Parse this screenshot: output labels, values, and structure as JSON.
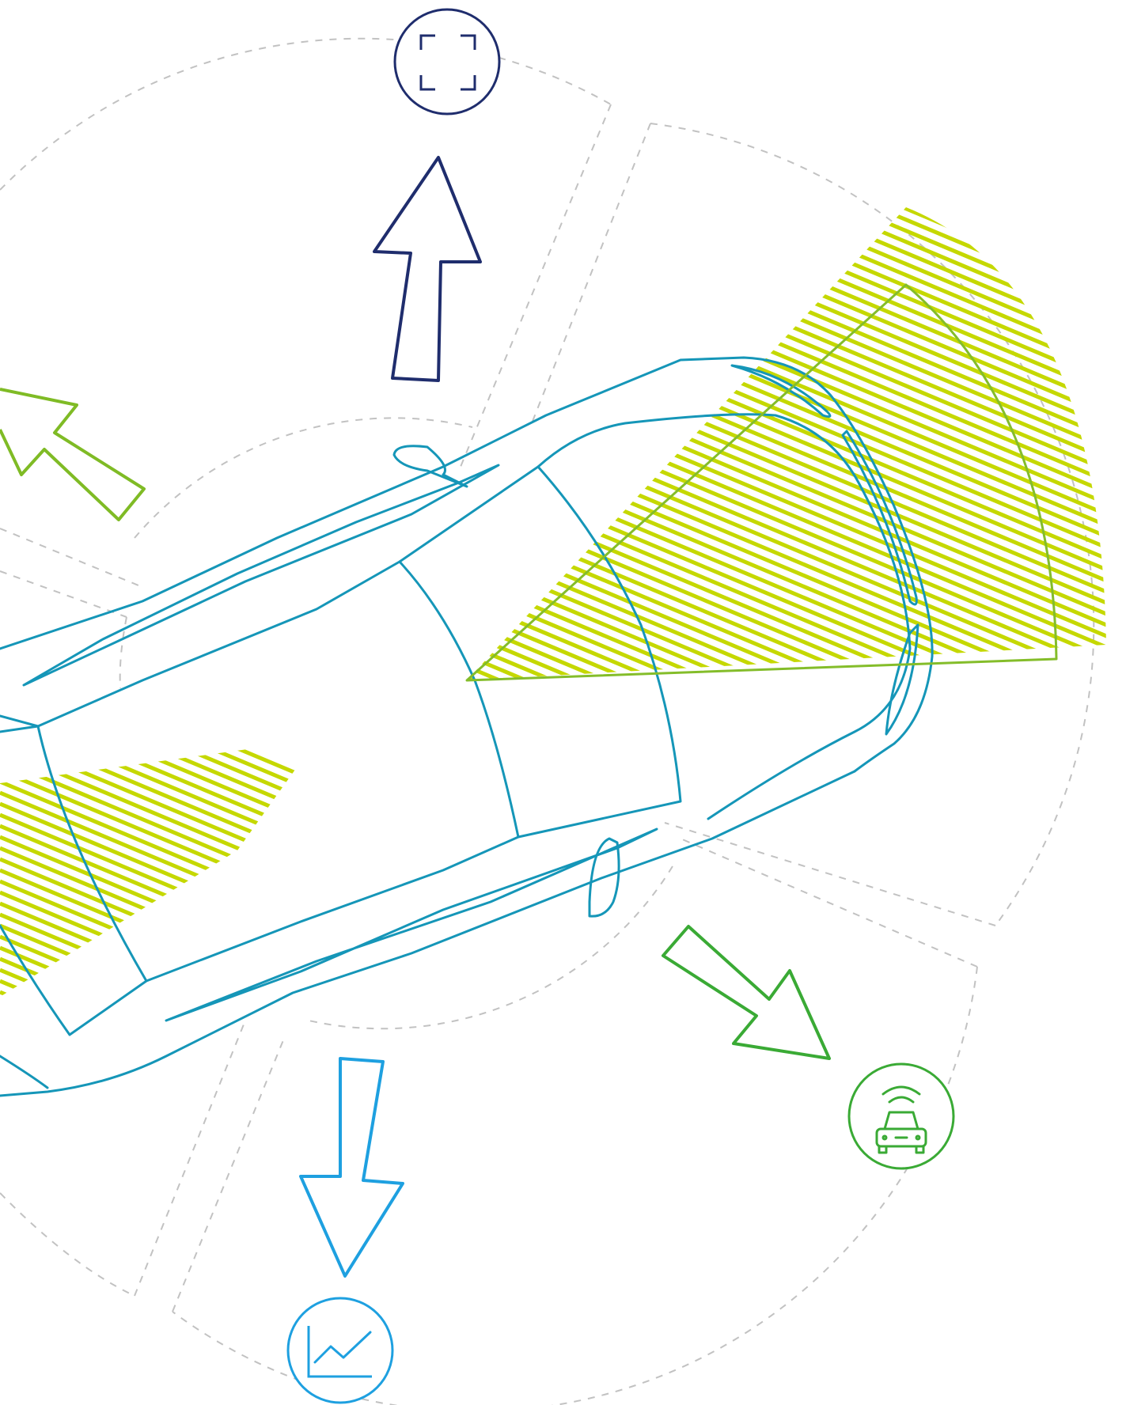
{
  "colors": {
    "background": "#ffffff",
    "guide_dashes": "#c2c2c2",
    "car_outline": "#1596b8",
    "hatch": "#c5d800",
    "sensor_cone": "#84bd2a",
    "navy": "#1f2d6d",
    "green": "#3aaa35",
    "blue": "#1ea0e0",
    "lime": "#7fbb25"
  },
  "icons": [
    {
      "name": "focus-frame-icon",
      "color": "navy"
    },
    {
      "name": "connected-car-icon",
      "color": "green"
    },
    {
      "name": "line-chart-icon",
      "color": "blue"
    }
  ],
  "arrows": [
    {
      "name": "arrow-up",
      "color": "navy"
    },
    {
      "name": "arrow-up-left",
      "color": "lime"
    },
    {
      "name": "arrow-down-right",
      "color": "green"
    },
    {
      "name": "arrow-down",
      "color": "blue"
    }
  ]
}
